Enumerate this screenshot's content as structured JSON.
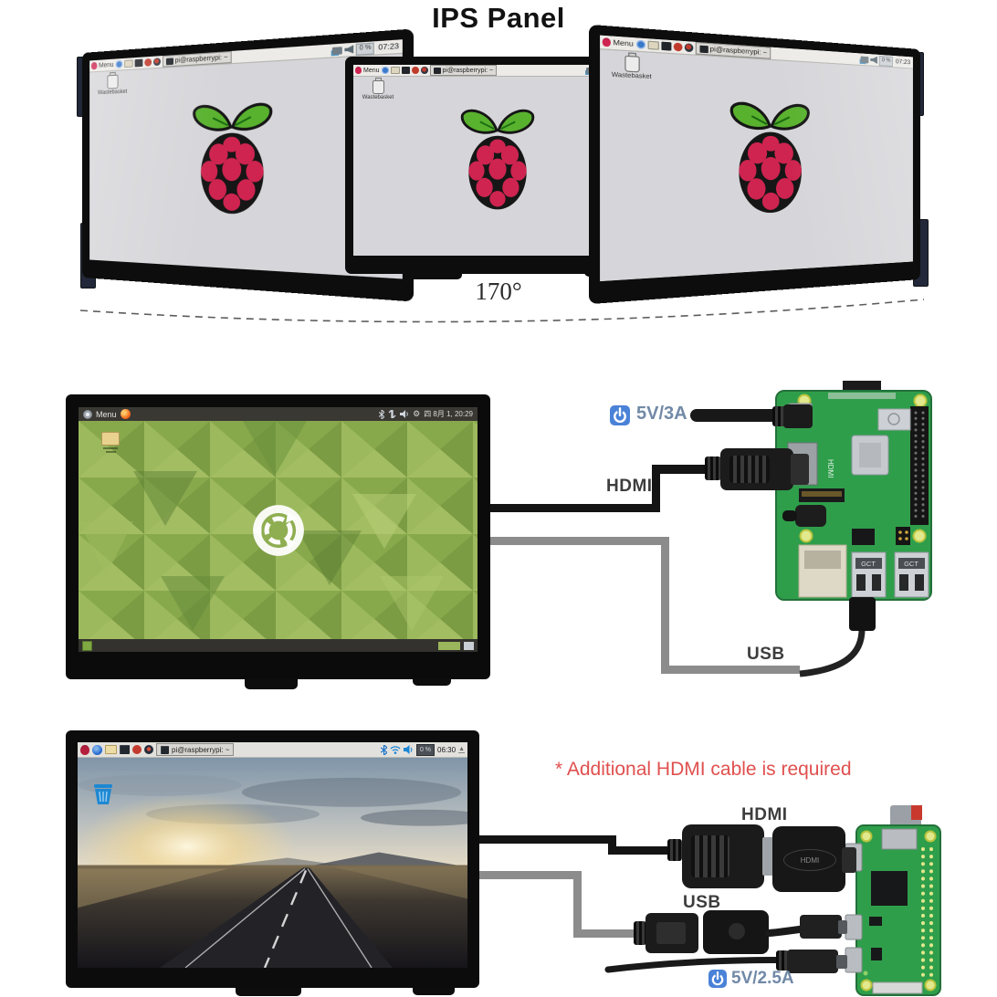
{
  "title": "IPS Panel",
  "viewing_angle_label": "170°",
  "pi_desktop": {
    "menu_label": "Menu",
    "terminal_window_title": "pi@raspberrypi: ~",
    "wastebasket_label": "Wastebasket",
    "cpu_meter": "0 %",
    "time": "07:23"
  },
  "mate_desktop": {
    "menu_label": "Menu",
    "clock": "四 8月 1, 20:29"
  },
  "pi3_diagram": {
    "power_label": "5V/3A",
    "hdmi_label": "HDMI",
    "usb_label": "USB",
    "usb_port_text": "GCT",
    "board_silk_hdmi": "HDMI"
  },
  "pizero_diagram": {
    "note": "* Additional HDMI cable is required",
    "hdmi_label": "HDMI",
    "usb_label": "USB",
    "power_label": "5V/2.5A",
    "plug_emboss": "HDMI"
  },
  "road_desktop": {
    "terminal_window_title": "pi@raspberrypi: ~",
    "cpu_meter": "0 %",
    "time": "06:30"
  },
  "colors": {
    "power_icon_blue": "#4a82d8",
    "power_text_blue": "#7189a7",
    "label_grey": "#3d3d3d",
    "note_red": "#e0504f",
    "pcb_green": "#2f9e4b"
  }
}
